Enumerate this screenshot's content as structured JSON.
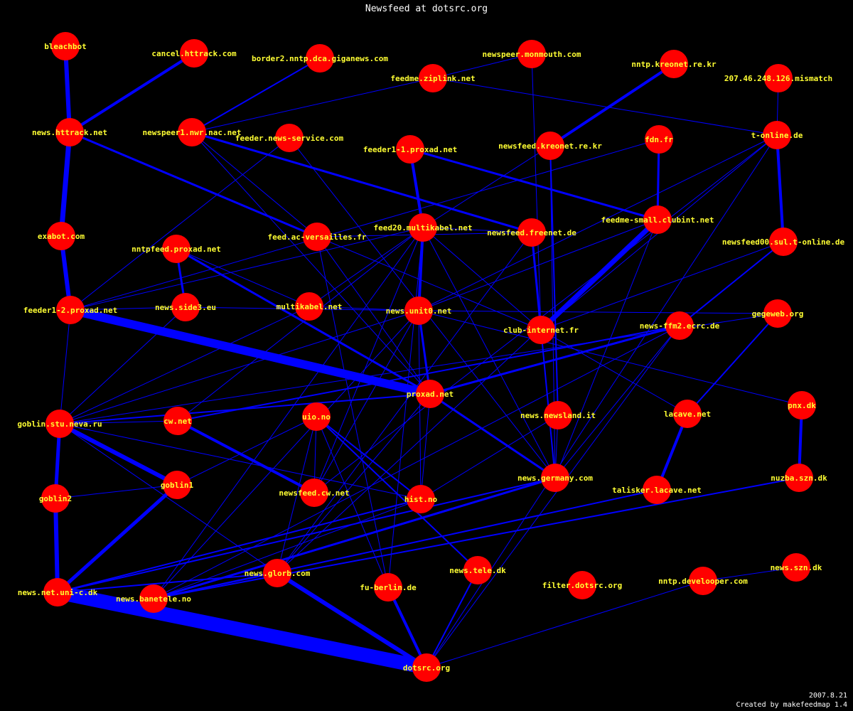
{
  "title": "Newsfeed at dotsrc.org",
  "footer": {
    "date": "2007.8.21",
    "credit": "Created by makefeedmap 1.4"
  },
  "colors": {
    "background": "#000000",
    "node": "#ff0000",
    "edge": "#0000ff",
    "label": "#ffff33",
    "text": "#ffffff"
  },
  "nodes": [
    {
      "id": "bleachbot",
      "label": "bleachbot"
    },
    {
      "id": "cancel",
      "label": "cancel.httrack.com"
    },
    {
      "id": "border2",
      "label": "border2.nntp.dca.giganews.com"
    },
    {
      "id": "ziplink",
      "label": "feedme.ziplink.net"
    },
    {
      "id": "monmouth",
      "label": "newspeer.monmouth.com"
    },
    {
      "id": "kreonet",
      "label": "nntp.kreonet.re.kr"
    },
    {
      "id": "mismatch",
      "label": "207.46.248.126.mismatch"
    },
    {
      "id": "httrack",
      "label": "news.httrack.net"
    },
    {
      "id": "nwr",
      "label": "newspeer1.nwr.nac.net"
    },
    {
      "id": "newsservice",
      "label": "feeder.news-service.com"
    },
    {
      "id": "proxad1",
      "label": "feeder1-1.proxad.net"
    },
    {
      "id": "nfkreonet",
      "label": "newsfeed.kreonet.re.kr"
    },
    {
      "id": "fdn",
      "label": "fdn.fr"
    },
    {
      "id": "tonline",
      "label": "t-online.de"
    },
    {
      "id": "exabot",
      "label": "exabot.com"
    },
    {
      "id": "nntpfeedproxad",
      "label": "nntpfeed.proxad.net"
    },
    {
      "id": "versailles",
      "label": "feed.ac-versailles.fr"
    },
    {
      "id": "feed20",
      "label": "feed20.multikabel.net"
    },
    {
      "id": "freenet",
      "label": "newsfeed.freenet.de"
    },
    {
      "id": "clubint",
      "label": "feedme-small.clubint.net"
    },
    {
      "id": "sul",
      "label": "newsfeed00.sul.t-online.de"
    },
    {
      "id": "proxad12",
      "label": "feeder1-2.proxad.net"
    },
    {
      "id": "side3",
      "label": "news.side3.eu"
    },
    {
      "id": "multikabel",
      "label": "multikabel.net"
    },
    {
      "id": "unit0",
      "label": "news.unit0.net"
    },
    {
      "id": "clubinternet",
      "label": "club-internet.fr"
    },
    {
      "id": "ffm2",
      "label": "news-ffm2.ecrc.de"
    },
    {
      "id": "gegeweb",
      "label": "gegeweb.org"
    },
    {
      "id": "proxadnet",
      "label": "proxad.net"
    },
    {
      "id": "goblinstu",
      "label": "goblin.stu.neva.ru"
    },
    {
      "id": "cwnet",
      "label": "cw.net"
    },
    {
      "id": "uio",
      "label": "uio.no"
    },
    {
      "id": "newsland",
      "label": "news.newsland.it"
    },
    {
      "id": "lacave",
      "label": "lacave.net"
    },
    {
      "id": "pnx",
      "label": "pnx.dk"
    },
    {
      "id": "goblin2",
      "label": "goblin2"
    },
    {
      "id": "goblin1",
      "label": "goblin1"
    },
    {
      "id": "nfcw",
      "label": "newsfeed.cw.net"
    },
    {
      "id": "hist",
      "label": "hist.no"
    },
    {
      "id": "germany",
      "label": "news.germany.com"
    },
    {
      "id": "talisker",
      "label": "talisker.lacave.net"
    },
    {
      "id": "nuzba",
      "label": "nuzba.szn.dk"
    },
    {
      "id": "unic",
      "label": "news.net.uni-c.dk"
    },
    {
      "id": "banetele",
      "label": "news.banetele.no"
    },
    {
      "id": "glorb",
      "label": "news.glorb.com"
    },
    {
      "id": "fuberlin",
      "label": "fu-berlin.de"
    },
    {
      "id": "tele",
      "label": "news.tele.dk"
    },
    {
      "id": "filter",
      "label": "filter.dotsrc.org"
    },
    {
      "id": "develooper",
      "label": "nntp.develooper.com"
    },
    {
      "id": "szn",
      "label": "news.szn.dk"
    },
    {
      "id": "dotsrc",
      "label": "dotsrc.org"
    }
  ],
  "edges": [
    [
      "bleachbot",
      "httrack",
      6
    ],
    [
      "cancel",
      "httrack",
      4
    ],
    [
      "httrack",
      "exabot",
      7
    ],
    [
      "exabot",
      "proxad12",
      6
    ],
    [
      "httrack",
      "versailles",
      3
    ],
    [
      "proxad12",
      "proxadnet",
      12
    ],
    [
      "proxad12",
      "goblinstu",
      1
    ],
    [
      "proxad12",
      "side3",
      1
    ],
    [
      "proxad12",
      "feed20",
      1
    ],
    [
      "proxad12",
      "newsservice",
      1
    ],
    [
      "goblinstu",
      "goblin2",
      5
    ],
    [
      "goblinstu",
      "goblin1",
      6
    ],
    [
      "goblinstu",
      "proxadnet",
      2
    ],
    [
      "goblinstu",
      "cwnet",
      1
    ],
    [
      "goblinstu",
      "side3",
      1
    ],
    [
      "goblinstu",
      "multikabel",
      1
    ],
    [
      "goblinstu",
      "unit0",
      1
    ],
    [
      "goblinstu",
      "hist",
      1
    ],
    [
      "goblinstu",
      "glorb",
      1
    ],
    [
      "goblin2",
      "unic",
      6
    ],
    [
      "goblin2",
      "goblin1",
      1
    ],
    [
      "goblin1",
      "unic",
      5
    ],
    [
      "goblin1",
      "uio",
      1
    ],
    [
      "unic",
      "dotsrc",
      20
    ],
    [
      "unic",
      "germany",
      2
    ],
    [
      "unic",
      "hist",
      2
    ],
    [
      "unic",
      "glorb",
      2
    ],
    [
      "banetele",
      "germany",
      3
    ],
    [
      "banetele",
      "talisker",
      2
    ],
    [
      "banetele",
      "nuzba",
      2
    ],
    [
      "banetele",
      "hist",
      1
    ],
    [
      "banetele",
      "glorb",
      1
    ],
    [
      "banetele",
      "feed20",
      1
    ],
    [
      "banetele",
      "unit0",
      1
    ],
    [
      "banetele",
      "ffm2",
      1
    ],
    [
      "glorb",
      "dotsrc",
      6
    ],
    [
      "glorb",
      "proxadnet",
      1
    ],
    [
      "glorb",
      "uio",
      1
    ],
    [
      "glorb",
      "freenet",
      1
    ],
    [
      "glorb",
      "clubint",
      1
    ],
    [
      "fuberlin",
      "dotsrc",
      4
    ],
    [
      "fuberlin",
      "versailles",
      1
    ],
    [
      "fuberlin",
      "feed20",
      1
    ],
    [
      "fuberlin",
      "uio",
      1
    ],
    [
      "tele",
      "dotsrc",
      2
    ],
    [
      "tele",
      "uio",
      2
    ],
    [
      "germany",
      "proxadnet",
      3
    ],
    [
      "germany",
      "freenet",
      2
    ],
    [
      "germany",
      "feed20",
      1
    ],
    [
      "germany",
      "nfkreonet",
      1
    ],
    [
      "germany",
      "clubint",
      1
    ],
    [
      "germany",
      "ffm2",
      1
    ],
    [
      "germany",
      "newsservice",
      1
    ],
    [
      "proxadnet",
      "nntpfeedproxad",
      3
    ],
    [
      "proxadnet",
      "unit0",
      3
    ],
    [
      "proxadnet",
      "ffm2",
      3
    ],
    [
      "proxadnet",
      "versailles",
      1
    ],
    [
      "proxadnet",
      "nwr",
      1
    ],
    [
      "cwnet",
      "nfcw",
      4
    ],
    [
      "cwnet",
      "ffm2",
      2
    ],
    [
      "cwnet",
      "feed20",
      1
    ],
    [
      "nfcw",
      "uio",
      1
    ],
    [
      "nfcw",
      "feed20",
      1
    ],
    [
      "nfcw",
      "unit0",
      1
    ],
    [
      "nfcw",
      "tonline",
      1
    ],
    [
      "hist",
      "uio",
      2
    ],
    [
      "hist",
      "proxadnet",
      1
    ],
    [
      "hist",
      "unit0",
      1
    ],
    [
      "unit0",
      "feed20",
      4
    ],
    [
      "unit0",
      "clubint",
      1
    ],
    [
      "unit0",
      "multikabel",
      1
    ],
    [
      "unit0",
      "gegeweb",
      1
    ],
    [
      "unit0",
      "pnx",
      1
    ],
    [
      "unit0",
      "side3",
      1
    ],
    [
      "unit0",
      "tonline",
      1
    ],
    [
      "multikabel",
      "nntpfeedproxad",
      1
    ],
    [
      "multikabel",
      "feed20",
      1
    ],
    [
      "side3",
      "nntpfeedproxad",
      3
    ],
    [
      "feed20",
      "proxad1",
      4
    ],
    [
      "feed20",
      "nfkreonet",
      1
    ],
    [
      "feed20",
      "clubinternet",
      1
    ],
    [
      "feed20",
      "freenet",
      1
    ],
    [
      "proxad1",
      "clubint",
      3
    ],
    [
      "nwr",
      "freenet",
      3
    ],
    [
      "nwr",
      "border2",
      2
    ],
    [
      "nwr",
      "ziplink",
      1
    ],
    [
      "nwr",
      "versailles",
      1
    ],
    [
      "nfkreonet",
      "kreonet",
      4
    ],
    [
      "nfkreonet",
      "newsland",
      2
    ],
    [
      "clubinternet",
      "freenet",
      3
    ],
    [
      "clubinternet",
      "clubint",
      7
    ],
    [
      "clubinternet",
      "monmouth",
      1
    ],
    [
      "clubinternet",
      "sul",
      1
    ],
    [
      "clubinternet",
      "versailles",
      1
    ],
    [
      "fdn",
      "clubint",
      3
    ],
    [
      "fdn",
      "proxad12",
      1
    ],
    [
      "tonline",
      "sul",
      4
    ],
    [
      "tonline",
      "mismatch",
      1
    ],
    [
      "tonline",
      "clubinternet",
      1
    ],
    [
      "tonline",
      "dotsrc",
      1
    ],
    [
      "sul",
      "ffm2",
      2
    ],
    [
      "gegeweb",
      "lacave",
      2
    ],
    [
      "gegeweb",
      "goblinstu",
      1
    ],
    [
      "lacave",
      "talisker",
      4
    ],
    [
      "lacave",
      "clubinternet",
      1
    ],
    [
      "pnx",
      "nuzba",
      4
    ],
    [
      "newsland",
      "germany",
      1
    ],
    [
      "newsland",
      "hist",
      1
    ],
    [
      "monmouth",
      "ziplink",
      1
    ],
    [
      "ziplink",
      "tonline",
      1
    ],
    [
      "develooper",
      "dotsrc",
      1
    ],
    [
      "szn",
      "develooper",
      1
    ],
    [
      "ffm2",
      "dotsrc",
      1
    ],
    [
      "versailles",
      "freenet",
      1
    ]
  ]
}
